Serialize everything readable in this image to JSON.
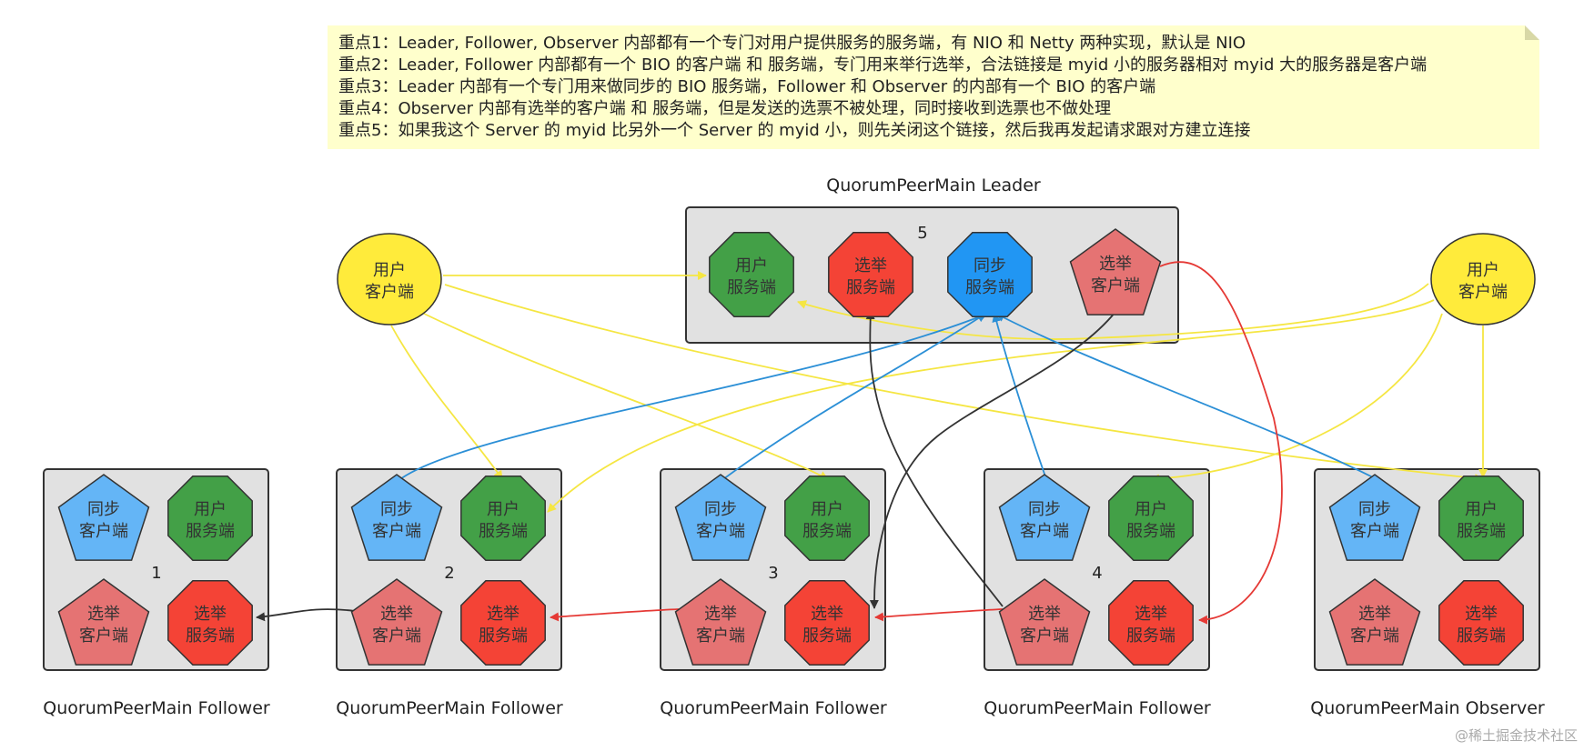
{
  "notes": [
    "重点1：Leader, Follower, Observer 内部都有一个专门对用户提供服务的服务端，有 NIO 和 Netty 两种实现，默认是 NIO",
    "重点2：Leader, Follower 内部都有一个 BIO 的客户端 和 服务端，专门用来举行选举，合法链接是 myid 小的服务器相对 myid 大的服务器是客户端",
    "重点3：Leader 内部有一个专门用来做同步的 BIO 服务端，Follower 和 Observer 的内部有一个 BIO 的客户端",
    "重点4：Observer 内部有选举的客户端 和 服务端，但是发送的选票不被处理，同时接收到选票也不做处理",
    "重点5：如果我这个 Server 的 myid 比另外一个 Server 的 myid 小，则先关闭这个链接，然后我再发起请求跟对方建立连接"
  ],
  "labels": {
    "sync_client": [
      "同步",
      "客户端"
    ],
    "user_server": [
      "用户",
      "服务端"
    ],
    "elect_client": [
      "选举",
      "客户端"
    ],
    "elect_server": [
      "选举",
      "服务端"
    ],
    "sync_server": [
      "同步",
      "服务端"
    ],
    "user_client": [
      "用户",
      "客户端"
    ]
  },
  "leader": {
    "title": "QuorumPeerMain Leader",
    "id": "5"
  },
  "servers": [
    {
      "title": "QuorumPeerMain Follower",
      "id": "1"
    },
    {
      "title": "QuorumPeerMain Follower",
      "id": "2"
    },
    {
      "title": "QuorumPeerMain Follower",
      "id": "3"
    },
    {
      "title": "QuorumPeerMain Follower",
      "id": "4"
    },
    {
      "title": "QuorumPeerMain Observer",
      "id": ""
    }
  ],
  "watermark": "@稀土掘金技术社区",
  "colors": {
    "sync_client": "#64b5f6",
    "user_server": "#43a047",
    "elect_client": "#e57373",
    "elect_server": "#f44336",
    "sync_server": "#2196f3",
    "user_client": "#ffeb3b",
    "user_edge": "#f5e642",
    "sync_edge": "#2b8fd6",
    "elect_edge": "#e53935",
    "close_edge": "#333333"
  }
}
